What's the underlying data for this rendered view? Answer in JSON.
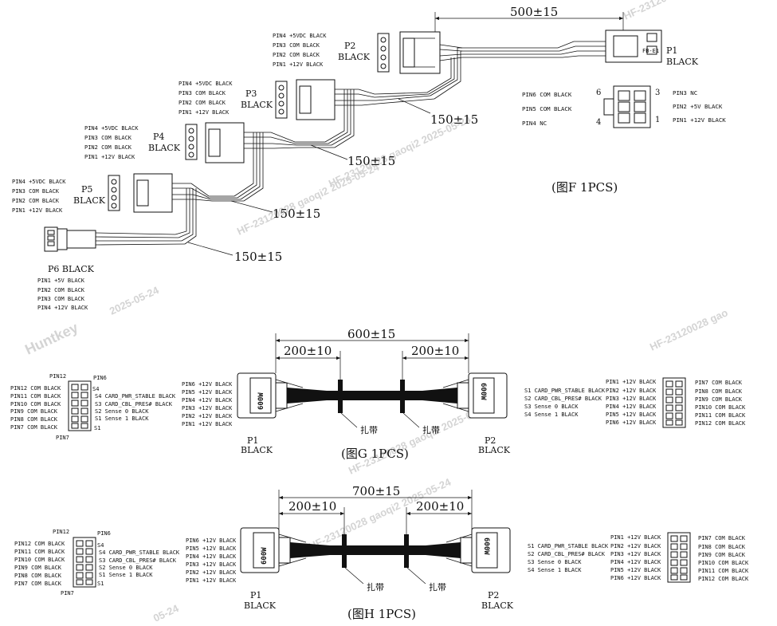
{
  "watermarks": [
    "HF-23120028 gao",
    "HF-23120028 gaoqi2 2025-05-24",
    "HF-23120028 gaoqi2 2025-05-24",
    "Huntkey",
    "2025-05-24",
    "HF-23120028 gao",
    "HF-23120028 gaoqi2 2025-05-24",
    "HF-23120028 gaoqi2 2025-05-24",
    "05-24"
  ],
  "figF": {
    "top_dim": "500±15",
    "p2_name": "P2",
    "p2_color": "BLACK",
    "p2_pins": [
      "PIN4 +5VDC BLACK",
      "PIN3 COM BLACK",
      "PIN2 COM BLACK",
      "PIN1 +12V BLACK"
    ],
    "p3_name": "P3",
    "p3_color": "BLACK",
    "p3_pins": [
      "PIN4 +5VDC BLACK",
      "PIN3 COM BLACK",
      "PIN2 COM BLACK",
      "PIN1 +12V BLACK"
    ],
    "p4_name": "P4",
    "p4_color": "BLACK",
    "p4_pins": [
      "PIN4 +5VDC BLACK",
      "PIN3 COM BLACK",
      "PIN2 COM BLACK",
      "PIN1 +12V BLACK"
    ],
    "p5_name": "P5",
    "p5_color": "BLACK",
    "p5_pins": [
      "PIN4 +5VDC BLACK",
      "PIN3 COM BLACK",
      "PIN2 COM BLACK",
      "PIN1 +12V BLACK"
    ],
    "p6_title": "P6 BLACK",
    "p6_pins": [
      "PIN1 +5V BLACK",
      "PIN2 COM BLACK",
      "PIN3 COM BLACK",
      "PIN4 +12V BLACK"
    ],
    "p1_name": "P1",
    "p1_color": "BLACK",
    "p1_code": "FB-E1",
    "p1_left_pins": [
      "PIN6 COM BLACK",
      "PIN5 COM BLACK",
      "PIN4 NC"
    ],
    "p1_right_pins": [
      "PIN3 NC",
      "PIN2 +5V BLACK",
      "PIN1 +12V BLACK"
    ],
    "p1_nums": [
      "6",
      "4",
      "3",
      "1"
    ],
    "dims": [
      "150±15",
      "150±15",
      "150±15",
      "150±15"
    ],
    "caption": "(图F 1PCS)"
  },
  "figG": {
    "total": "600±15",
    "left": "200±10",
    "right": "200±10",
    "tie1": "扎带",
    "tie2": "扎带",
    "p1": "P1",
    "p1_color": "BLACK",
    "p2": "P2",
    "p2_color": "BLACK",
    "conn_label": "600W",
    "wires": [
      "PIN6 +12V BLACK",
      "PIN5 +12V BLACK",
      "PIN4 +12V BLACK",
      "PIN3 +12V BLACK",
      "PIN2 +12V BLACK",
      "PIN1 +12V BLACK"
    ],
    "left_com": [
      "PIN12 COM BLACK",
      "PIN11 COM BLACK",
      "PIN10 COM BLACK",
      "PIN9 COM BLACK",
      "PIN8 COM BLACK",
      "PIN7 COM BLACK"
    ],
    "left_sense": [
      "S4 CARD_PWR_STABLE BLACK",
      "S3 CARD_CBL_PRES# BLACK",
      "S2 Sense 0 BLACK",
      "S1 Sense 1 BLACK"
    ],
    "right_sense": [
      "S1 CARD_PWR_STABLE BLACK",
      "S2 CARD_CBL_PRES# BLACK",
      "S3 Sense 0 BLACK",
      "S4 Sense 1 BLACK"
    ],
    "right_pins": [
      "PIN1 +12V BLACK",
      "PIN2 +12V BLACK",
      "PIN3 +12V BLACK",
      "PIN4 +12V BLACK",
      "PIN5 +12V BLACK",
      "PIN6 +12V BLACK"
    ],
    "right_com": [
      "PIN7 COM BLACK",
      "PIN8 COM BLACK",
      "PIN9 COM BLACK",
      "PIN10 COM BLACK",
      "PIN11 COM BLACK",
      "PIN12 COM BLACK"
    ],
    "marks": [
      "PIN12",
      "PIN6",
      "S4",
      "PIN7",
      "S1"
    ],
    "caption": "(图G 1PCS)"
  },
  "figH": {
    "total": "700±15",
    "left": "200±10",
    "right": "200±10",
    "tie1": "扎带",
    "tie2": "扎带",
    "p1": "P1",
    "p1_color": "BLACK",
    "p2": "P2",
    "p2_color": "BLACK",
    "conn_label": "600W",
    "wires": [
      "PIN6 +12V BLACK",
      "PIN5 +12V BLACK",
      "PIN4 +12V BLACK",
      "PIN3 +12V BLACK",
      "PIN2 +12V BLACK",
      "PIN1 +12V BLACK"
    ],
    "left_com": [
      "PIN12 COM BLACK",
      "PIN11 COM BLACK",
      "PIN10 COM BLACK",
      "PIN9 COM BLACK",
      "PIN8 COM BLACK",
      "PIN7 COM BLACK"
    ],
    "left_sense": [
      "S4 CARD_PWR_STABLE BLACK",
      "S3 CARD_CBL_PRES# BLACK",
      "S2 Sense 0 BLACK",
      "S1 Sense 1 BLACK"
    ],
    "right_sense": [
      "S1 CARD_PWR_STABLE BLACK",
      "S2 CARD_CBL_PRES# BLACK",
      "S3 Sense 0 BLACK",
      "S4 Sense 1 BLACK"
    ],
    "right_pins": [
      "PIN1 +12V BLACK",
      "PIN2 +12V BLACK",
      "PIN3 +12V BLACK",
      "PIN4 +12V BLACK",
      "PIN5 +12V BLACK",
      "PIN6 +12V BLACK"
    ],
    "right_com": [
      "PIN7 COM BLACK",
      "PIN8 COM BLACK",
      "PIN9 COM BLACK",
      "PIN10 COM BLACK",
      "PIN11 COM BLACK",
      "PIN12 COM BLACK"
    ],
    "marks": [
      "PIN12",
      "PIN6",
      "S4",
      "PIN7",
      "S1"
    ],
    "caption": "(图H 1PCS)"
  }
}
